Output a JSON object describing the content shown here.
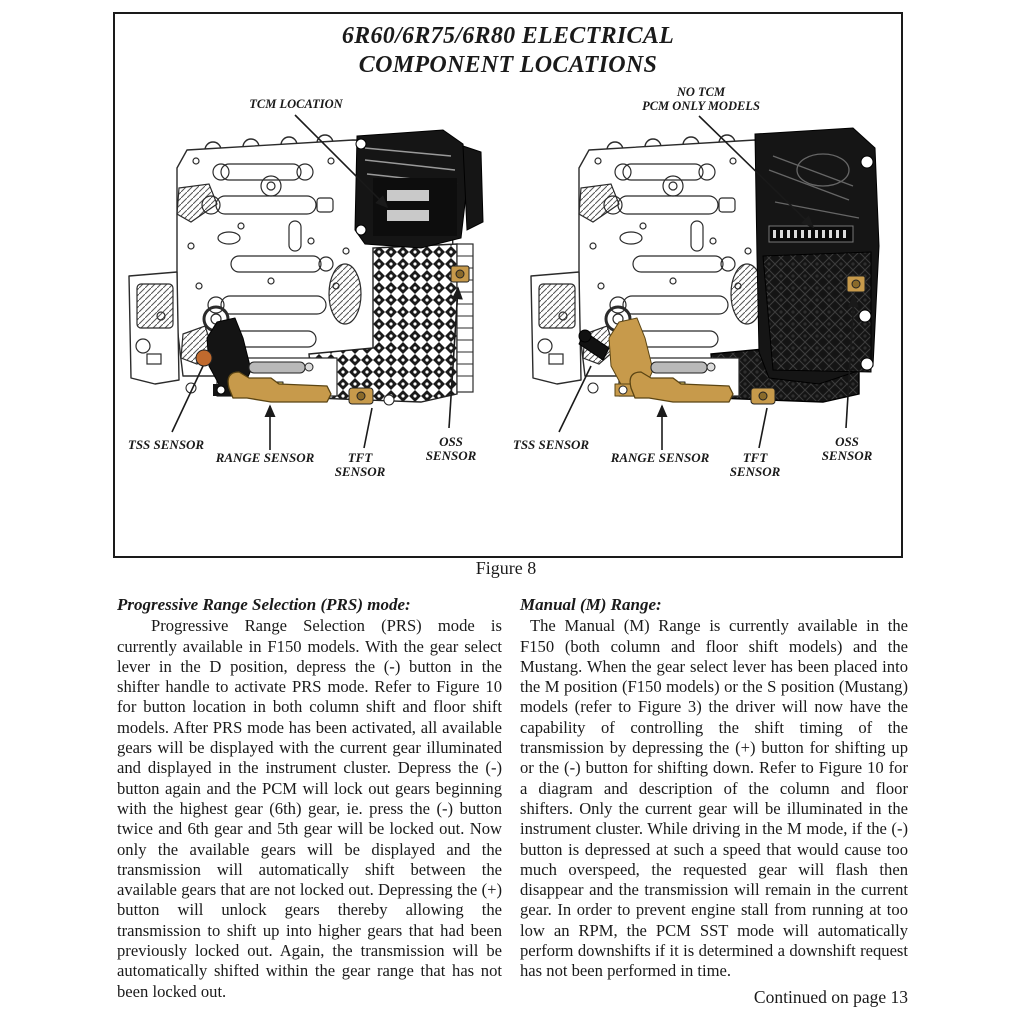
{
  "figure": {
    "title_line1": "6R60/6R75/6R80 ELECTRICAL",
    "title_line2": "COMPONENT LOCATIONS",
    "caption": "Figure 8",
    "callouts": {
      "tcm": "TCM LOCATION",
      "no_tcm_line1": "NO TCM",
      "no_tcm_line2": "PCM ONLY MODELS"
    },
    "sensor_labels": {
      "tss": "TSS SENSOR",
      "range": "RANGE SENSOR",
      "tft_line1": "TFT",
      "tft_line2": "SENSOR",
      "oss_line1": "OSS",
      "oss_line2": "SENSOR"
    },
    "colors": {
      "line_art": "#2b2b2b",
      "module_black": "#151515",
      "sensor_tan": "#c79a4b",
      "sensor_orange": "#c06a2e",
      "connector_gray": "#c9c9c9",
      "spring_yellow": "#d9c35c"
    }
  },
  "columns": {
    "left": {
      "heading": "Progressive Range Selection (PRS) mode:",
      "body": "Progressive Range Selection (PRS) mode is currently available in F150 models. With the gear select lever in the D position, depress the (-) button in the shifter handle to activate PRS mode. Refer to Figure 10 for button location in both column shift and floor shift models. After PRS mode has been activated, all available gears will be displayed with the current gear illuminated and displayed in the instrument cluster. Depress the (-) button again and the PCM will lock out gears beginning with the highest gear (6th) gear, ie. press the (-) button twice and 6th gear and 5th gear will be locked out. Now only the available gears will be displayed and the transmission will automatically shift between the available gears that are not locked out. Depressing the (+) button will unlock gears thereby allowing the transmission to shift up into higher gears that had been previously locked out. Again, the transmission will be automatically shifted within the gear range that has not been locked out."
    },
    "right": {
      "heading": "Manual (M) Range:",
      "body": "The Manual (M) Range is currently available in the F150 (both column and floor shift models) and the Mustang. When the gear select lever has been placed into the M position (F150 models) or the S position (Mustang) models (refer to Figure 3) the driver will now have the capability of controlling the shift timing of the transmission by depressing the (+) button for shifting up or the (-) button for shifting down. Refer to Figure 10 for a diagram and description of the column and floor shifters. Only the current gear will be illuminated in the instrument cluster. While driving in the M mode, if the (-) button is depressed at such a speed that would cause too much overspeed, the requested gear will flash then disappear and the transmission will remain in the current gear. In order to prevent engine stall from running at too low an RPM, the PCM SST mode will automatically perform downshifts if it is determined a downshift request has not been performed in time.",
      "footer": "Continued on page 13"
    }
  }
}
